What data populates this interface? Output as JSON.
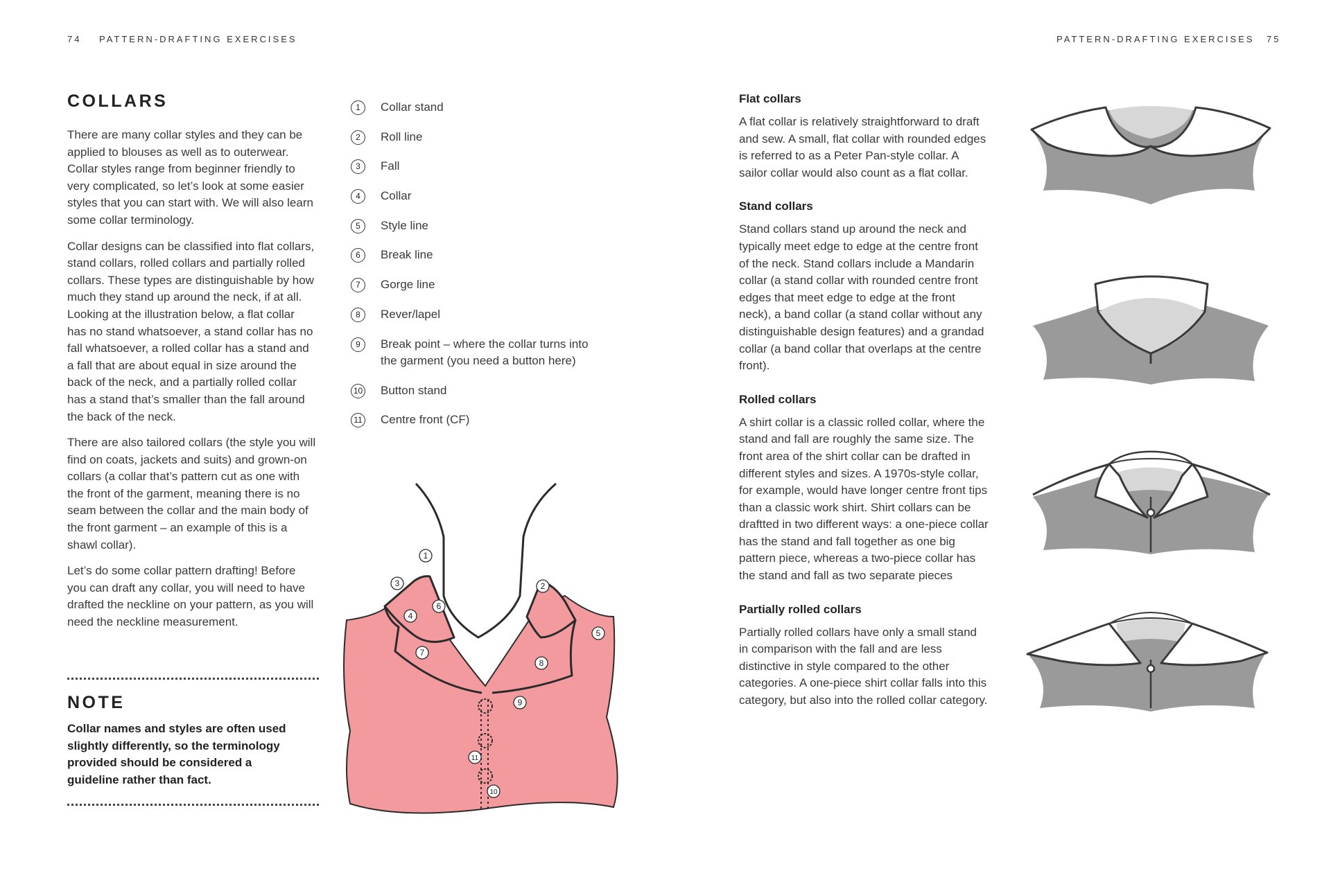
{
  "left_page": {
    "page_number": "74",
    "running_head": "PATTERN-DRAFTING EXERCISES",
    "title": "COLLARS",
    "paragraphs": [
      "There are many collar styles and they can be applied to blouses as well as to outerwear. Collar styles range from beginner friendly to very complicated, so let’s look at some easier styles that you can start with. We will also learn some collar terminology.",
      "Collar designs can be classified into flat collars, stand collars, rolled collars and partially rolled collars. These types are distinguishable by how much they stand up around the neck, if at all. Looking at the illustration below, a flat collar has no stand whatsoever, a stand collar has no fall whatsoever, a rolled collar has a stand and a fall that are about equal in size around the back of the neck, and a partially rolled collar has a stand that’s smaller than the fall around the back of the neck.",
      "There are also tailored collars (the style you will find on coats, jackets and suits) and grown-on collars (a collar that’s pattern cut as one with the front of the garment, meaning there is no seam between the collar and the main body of the front garment – an example of this is a shawl collar).",
      "Let’s do some collar pattern drafting! Before you can draft any collar, you will need to have drafted the neckline on your pattern, as you will need the neckline measurement."
    ],
    "note": {
      "title": "NOTE",
      "text": "Collar names and styles are often used slightly differently, so the terminology provided should be considered a guideline rather than fact."
    },
    "terms": [
      {
        "num": "1",
        "label": "Collar stand"
      },
      {
        "num": "2",
        "label": "Roll line"
      },
      {
        "num": "3",
        "label": "Fall"
      },
      {
        "num": "4",
        "label": "Collar"
      },
      {
        "num": "5",
        "label": "Style line"
      },
      {
        "num": "6",
        "label": "Break line"
      },
      {
        "num": "7",
        "label": "Gorge line"
      },
      {
        "num": "8",
        "label": "Rever/lapel"
      },
      {
        "num": "9",
        "label": "Break point – where the collar turns into the garment (you need a button here)"
      },
      {
        "num": "10",
        "label": "Button stand"
      },
      {
        "num": "11",
        "label": "Centre front (CF)"
      }
    ],
    "diagram_callouts": [
      "1",
      "2",
      "3",
      "4",
      "5",
      "6",
      "7",
      "8",
      "9",
      "10",
      "11"
    ],
    "colors": {
      "bodice": "#f29a9e",
      "outline": "#2b2b2b"
    }
  },
  "right_page": {
    "page_number": "75",
    "running_head": "PATTERN-DRAFTING EXERCISES",
    "sections": [
      {
        "heading": "Flat collars",
        "text": "A flat collar is relatively straightforward to draft and sew. A small, flat collar with rounded edges is referred to as a Peter Pan-style collar. A sailor collar would also count as a flat collar."
      },
      {
        "heading": "Stand collars",
        "text": "Stand collars stand up around the neck and typically meet edge to edge at the centre front of the neck. Stand collars include a Mandarin collar (a stand collar with rounded centre front edges that meet edge to edge at the front neck), a band collar (a stand collar without any distinguishable design features) and a grandad collar (a band collar that overlaps at the centre front)."
      },
      {
        "heading": "Rolled collars",
        "text": "A shirt collar is a classic rolled collar, where the stand and fall are roughly the same size. The front area of the shirt collar can be drafted in different styles and sizes. A 1970s-style collar, for example, would have longer centre front tips than a classic work shirt. Shirt collars can be draftted in two different ways: a one-piece collar has the stand and fall together as one big pattern piece, whereas a two-piece collar has the stand and fall as two separate pieces"
      },
      {
        "heading": "Partially rolled collars",
        "text": "Partially rolled collars have only a small stand in comparison with the fall and are less distinctive in style compared to the other categories. A one-piece shirt collar falls into this category, but also into the rolled collar category."
      }
    ],
    "illustration_colors": {
      "garment": "#9a9a9a",
      "inner_neck": "#d7d7d7",
      "collar": "#ffffff",
      "outline": "#3a3a3a"
    }
  }
}
